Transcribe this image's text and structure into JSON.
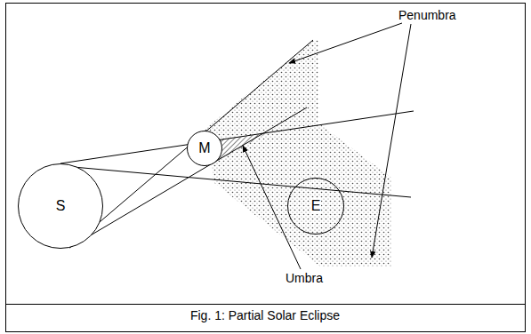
{
  "diagram": {
    "caption": "Fig. 1: Partial Solar Eclipse",
    "nodes": [
      {
        "text": [
          "S"
        ]
      },
      {
        "text": [
          "M"
        ]
      },
      {
        "text": [
          "E"
        ]
      }
    ],
    "labels": [
      "Penumbra",
      "Umbra"
    ]
  }
}
